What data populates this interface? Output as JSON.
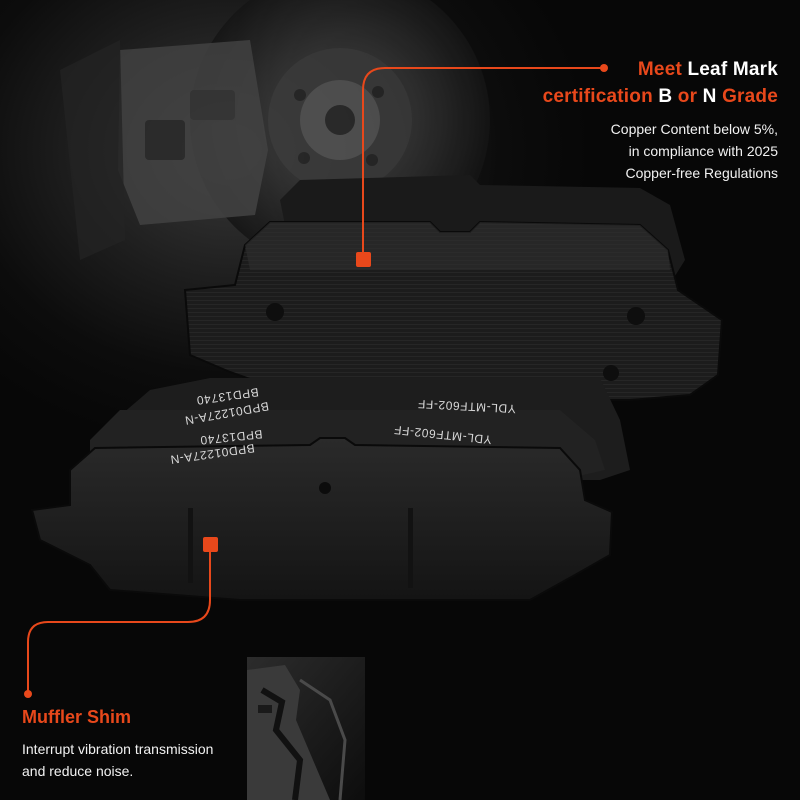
{
  "top_callout": {
    "line1_accent": "Meet",
    "line1_white": "Leaf Mark",
    "line2_accent_a": "certification",
    "line2_white_b": "B",
    "line2_accent_or": "or",
    "line2_white_n": "N",
    "line2_accent_grade": "Grade",
    "description_lines": [
      "Copper Content below 5%,",
      "in compliance with 2025",
      "Copper-free Regulations"
    ]
  },
  "bottom_callout": {
    "heading": "Muffler Shim",
    "description_lines": [
      "Interrupt vibration transmission",
      "and reduce noise."
    ]
  },
  "pad_markings": {
    "rear_pad_part_number": "BPD13740",
    "rear_pad_code": "BPD01227A-N",
    "rear_pad_mtf": "YDL-MTF602-FF",
    "front_pad_part_number": "BPD13740",
    "front_pad_code": "BPD01227A-N",
    "front_pad_mtf": "YDL-MTF602-FF"
  },
  "colors": {
    "accent": "#e8481b",
    "background": "#0b0b0b",
    "text": "#ffffff"
  }
}
